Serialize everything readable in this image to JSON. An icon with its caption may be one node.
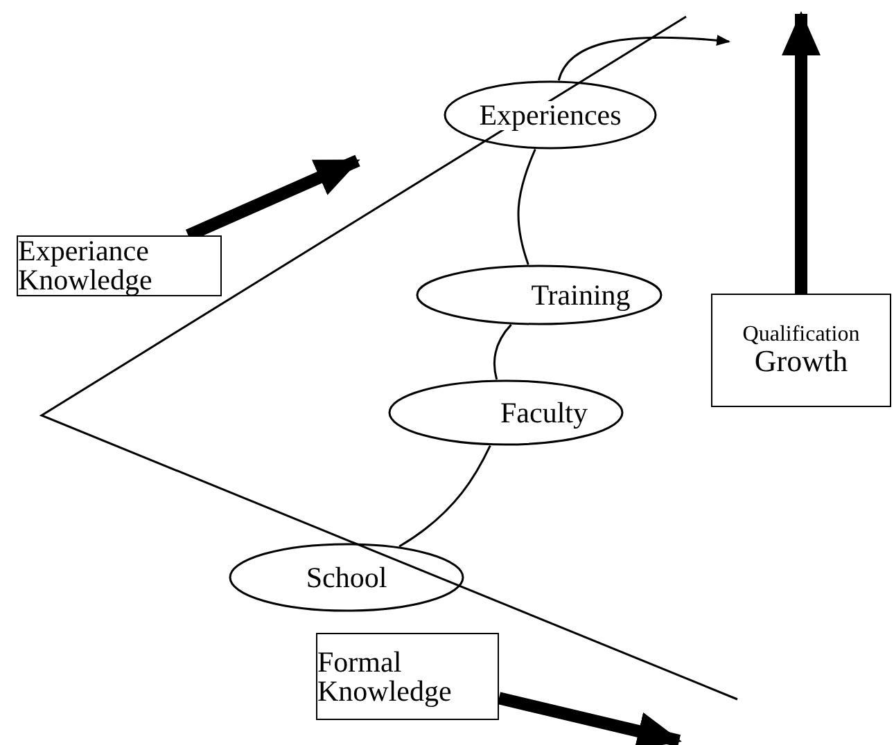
{
  "diagram": {
    "nodes": [
      {
        "text": [
          "Experiance Knowledge"
        ]
      },
      {
        "text": [
          "Experiences"
        ]
      },
      {
        "text": [
          "Training"
        ]
      },
      {
        "text": [
          "Faculty"
        ]
      },
      {
        "text": [
          "Qualification",
          "Growth"
        ]
      },
      {
        "text": [
          "School"
        ]
      },
      {
        "text": [
          "Formal Knowledge"
        ]
      }
    ],
    "edges": [
      {
        "from": 5,
        "to": 3,
        "arrow": "none"
      },
      {
        "from": 3,
        "to": 2,
        "arrow": "none"
      },
      {
        "from": 2,
        "to": 1,
        "arrow": "none"
      },
      {
        "from": 1,
        "to": null,
        "arrow": "to"
      },
      {
        "from": 0,
        "to": null,
        "arrow": "to",
        "style": "thick"
      },
      {
        "from": 4,
        "to": null,
        "arrow": "to",
        "style": "thick"
      },
      {
        "from": 6,
        "to": null,
        "arrow": "to",
        "style": "thick"
      }
    ]
  }
}
